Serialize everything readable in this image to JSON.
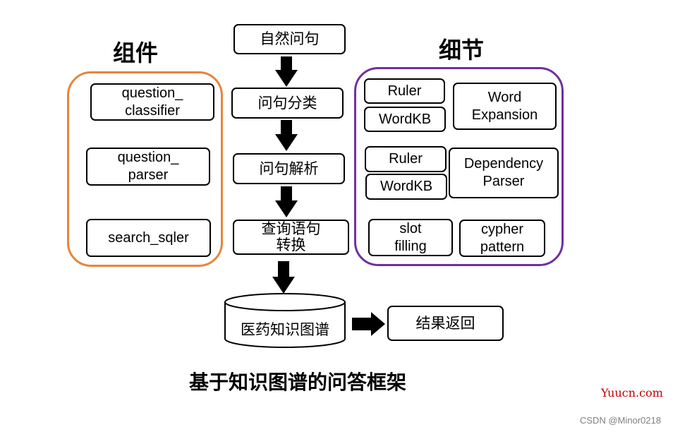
{
  "colors": {
    "components_border": "#e8843c",
    "details_border": "#7030a0",
    "watermark_red": "#c00000",
    "watermark_gray": "#808080"
  },
  "components": {
    "heading": "组件",
    "items": [
      "question_\nclassifier",
      "question_\nparser",
      "search_sqler"
    ]
  },
  "pipeline": {
    "steps": [
      "自然问句",
      "问句分类",
      "问句解析",
      "查询语句\n转换"
    ],
    "database": "医药知识图谱",
    "result": "结果返回"
  },
  "details": {
    "heading": "细节",
    "classifier_row": {
      "ruler": "Ruler",
      "wordkb": "WordKB",
      "method": "Word\nExpansion"
    },
    "parser_row": {
      "ruler": "Ruler",
      "wordkb": "WordKB",
      "method": "Dependency\nParser"
    },
    "sql_row": {
      "slot": "slot\nfilling",
      "cypher": "cypher\npattern"
    }
  },
  "caption": "基于知识图谱的问答框架",
  "watermarks": {
    "site": "Yuucn.com",
    "author": "CSDN @Minor0218"
  }
}
